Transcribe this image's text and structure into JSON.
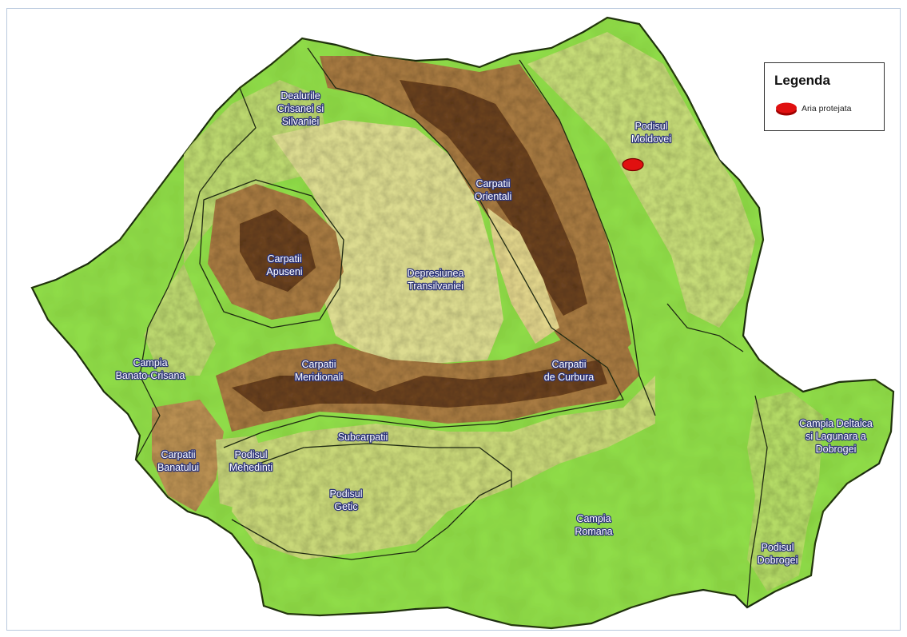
{
  "colors": {
    "lowland": "#8fdc4a",
    "lowland_light": "#a6e35c",
    "hills": "#c9d879",
    "plateau": "#d9dc8c",
    "mountain": "#9b6b35",
    "mountain_dark": "#6b4320",
    "border": "#1f2a12",
    "label_outline": "#2d3478",
    "protected_area": "#e01010"
  },
  "legend": {
    "title": "Legenda",
    "items": [
      {
        "label": "Aria protejata",
        "symbol": "red-ellipse-icon",
        "color": "#e01010"
      }
    ]
  },
  "regions": [
    {
      "id": "dealurile",
      "lines": [
        "Dealurile",
        "Crisanei si",
        "Silvaniei"
      ]
    },
    {
      "id": "podisul-moldovei",
      "lines": [
        "Podisul",
        "Moldovei"
      ]
    },
    {
      "id": "carpatii-orientali",
      "lines": [
        "Carpatii",
        "Orientali"
      ]
    },
    {
      "id": "carpatii-apuseni",
      "lines": [
        "Carpatii",
        "Apuseni"
      ]
    },
    {
      "id": "depresiunea",
      "lines": [
        "Depresiunea",
        "Transilvaniei"
      ]
    },
    {
      "id": "campia-banato",
      "lines": [
        "Campia",
        "Banato-Crisana"
      ]
    },
    {
      "id": "carpatii-meridionali",
      "lines": [
        "Carpatii",
        "Meridionali"
      ]
    },
    {
      "id": "carpatii-curbura",
      "lines": [
        "Carpatii",
        "de Curbura"
      ]
    },
    {
      "id": "subcarpatii",
      "lines": [
        "Subcarpatii"
      ]
    },
    {
      "id": "carpatii-banatului",
      "lines": [
        "Carpatii",
        "Banatului"
      ]
    },
    {
      "id": "podisul-mehedinti",
      "lines": [
        "Podisul",
        "Mehedinti"
      ]
    },
    {
      "id": "podisul-getic",
      "lines": [
        "Podisul",
        "Getic"
      ]
    },
    {
      "id": "campia-romana",
      "lines": [
        "Campia",
        "Romana"
      ]
    },
    {
      "id": "campia-deltaica",
      "lines": [
        "Campia Deltaica",
        "si Lagunara a",
        "Dobrogei"
      ]
    },
    {
      "id": "podisul-dobrogei",
      "lines": [
        "Podisul",
        "Dobrogei"
      ]
    }
  ],
  "protected_area": {
    "region": "podisul-moldovei"
  }
}
